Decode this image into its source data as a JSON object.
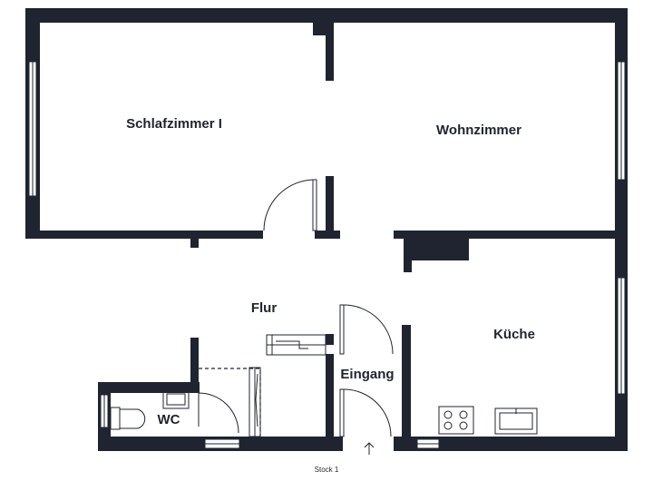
{
  "floor": {
    "label": "Stock 1"
  },
  "rooms": {
    "schlafzimmer": "Schlafzimmer I",
    "wohnzimmer": "Wohnzimmer",
    "flur": "Flur",
    "kueche": "Küche",
    "eingang": "Eingang",
    "wc": "WC"
  },
  "colors": {
    "wall": "#1f2430",
    "background": "#ffffff"
  },
  "icons": [
    "door-swing-icon",
    "window-icon",
    "stove-icon",
    "sink-icon",
    "toilet-icon",
    "stairs-icon",
    "entrance-arrow-icon"
  ]
}
